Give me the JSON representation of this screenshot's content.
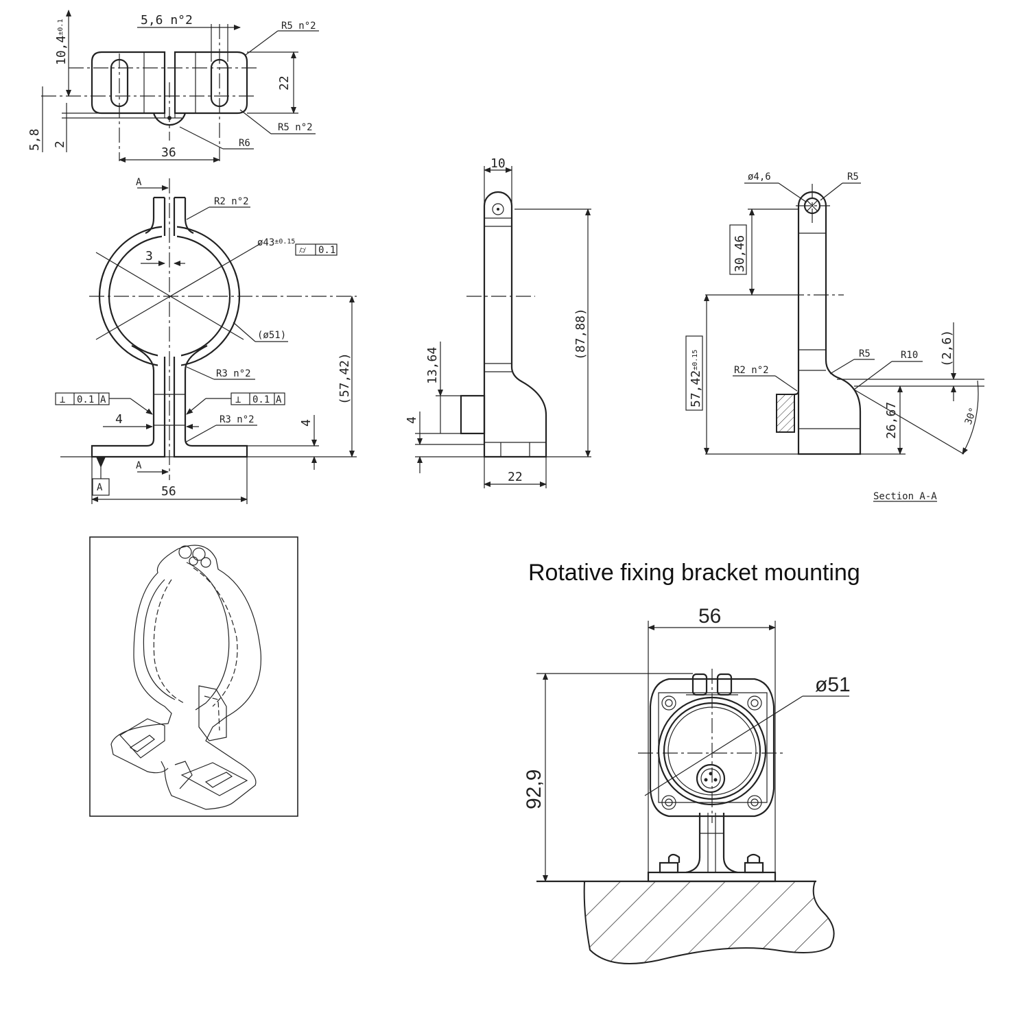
{
  "top_view": {
    "dim_slot": "5,6 n°2",
    "dim_height": "10,4",
    "dim_height_tol": "±0.1",
    "dim_r5_top": "R5 n°2",
    "dim_22": "22",
    "dim_5_8": "5,8",
    "dim_2": "2",
    "dim_r5_bottom": "R5 n°2",
    "dim_r6": "R6",
    "dim_36": "36"
  },
  "front_view": {
    "section_mark": "A",
    "section_mark_bottom": "A",
    "dim_r2": "R2 n°2",
    "dim_dia43": "ø43",
    "dim_dia43_tol": "±0.15",
    "tol_cyl_symbol": "⌭",
    "tol_cyl_value": "0.1",
    "dim_3": "3",
    "dim_dia51": "(ø51)",
    "dim_r3_upper": "R3 n°2",
    "dim_r3_lower": "R3 n°2",
    "perp_symbol": "⊥",
    "perp_value": "0.1",
    "perp_ref": "A",
    "dim_4_left": "4",
    "dim_4_right": "4",
    "dim_57_42": "(57,42)",
    "datum": "A",
    "dim_56": "56"
  },
  "side_view": {
    "dim_10": "10",
    "dim_87_88": "(87,88)",
    "dim_13_64": "13,64",
    "dim_4": "4",
    "dim_22": "22"
  },
  "section_view": {
    "dim_dia4_6": "ø4,6",
    "dim_r5_top": "R5",
    "dim_30_46": "30,46",
    "dim_57_42": "57,42",
    "dim_57_42_tol": "±0.15",
    "dim_r5": "R5",
    "dim_r10": "R10",
    "dim_2_6": "(2,6)",
    "dim_r2": "R2 n°2",
    "dim_26_67": "26,67",
    "dim_30deg": "30°",
    "caption": "Section A-A"
  },
  "mounting": {
    "title": "Rotative fixing bracket mounting",
    "dim_56": "56",
    "dim_dia51": "ø51",
    "dim_92_9": "92,9"
  }
}
